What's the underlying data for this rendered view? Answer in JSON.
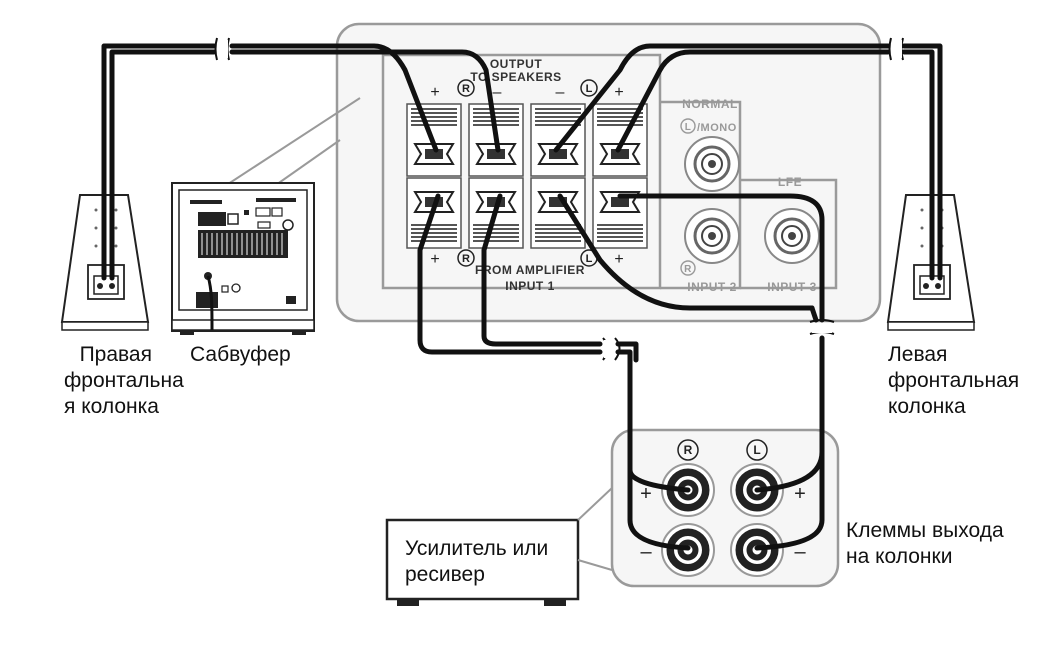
{
  "labels": {
    "right_speaker": [
      "Правая",
      "фронтальна",
      "я колонка"
    ],
    "subwoofer": "Сабвуфер",
    "left_speaker": [
      "Левая",
      "фронтальная",
      "колонка"
    ],
    "amplifier": [
      "Усилитель или",
      "ресивер"
    ],
    "speaker_terminals": [
      "Клеммы выхода",
      "на колонки"
    ]
  },
  "panel": {
    "output_title": "OUTPUT",
    "output_subtitle": "TO SPEAKERS",
    "input_title": "FROM AMPLIFIER",
    "input_sub": "INPUT 1",
    "normal": "NORMAL",
    "mono": "/MONO",
    "lfe": "LFE",
    "input2": "INPUT 2",
    "input3": "INPUT 3",
    "right_mark": "R",
    "left_mark": "L",
    "plus": "+",
    "minus": "–"
  },
  "terminals": {
    "right_mark": "R",
    "left_mark": "L",
    "plus": "+",
    "minus": "–"
  },
  "colors": {
    "wire": "#111111",
    "panel_stroke": "#9a9a9a",
    "panel_fill": "#f4f4f4",
    "dark": "#1a1a1a"
  }
}
